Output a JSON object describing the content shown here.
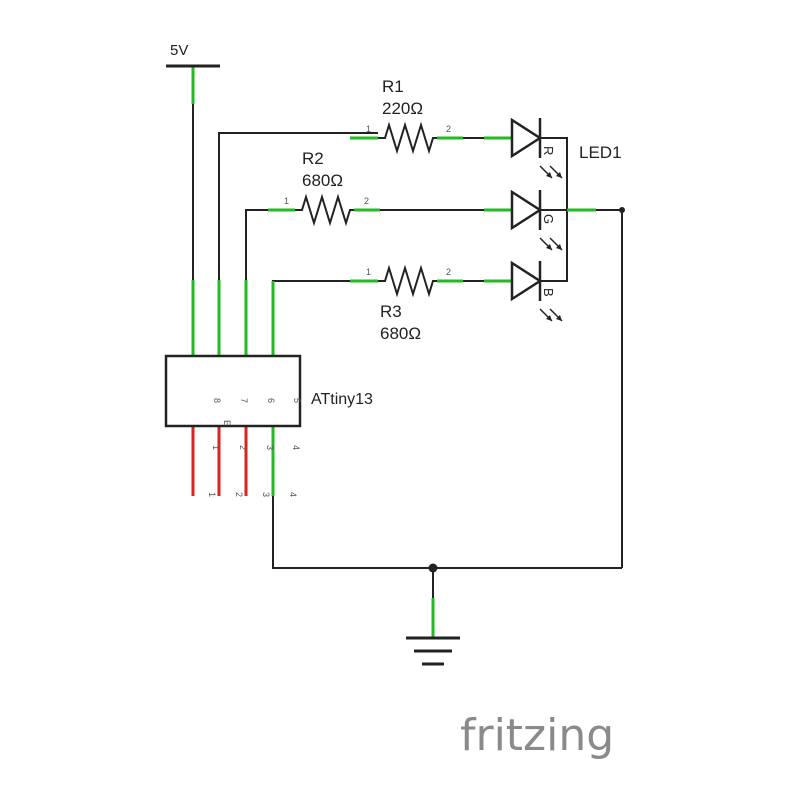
{
  "power": {
    "label": "5V"
  },
  "r1": {
    "name": "R1",
    "value": "220Ω",
    "pin1": "1",
    "pin2": "2"
  },
  "r2": {
    "name": "R2",
    "value": "680Ω",
    "pin1": "1",
    "pin2": "2"
  },
  "r3": {
    "name": "R3",
    "value": "680Ω",
    "pin1": "1",
    "pin2": "2"
  },
  "led": {
    "name": "LED1",
    "r": "R",
    "g": "G",
    "b": "B"
  },
  "chip": {
    "name": "ATtiny13",
    "top_pins": [
      "8",
      "7",
      "6",
      "5"
    ],
    "bottom_pins": [
      "1",
      "2",
      "3",
      "4"
    ],
    "marker": "E"
  },
  "watermark": "fritzing",
  "colors": {
    "wire": "#222222",
    "pin_green": "#22bb22",
    "pin_red": "#dd2222",
    "watermark": "#8a8a8a"
  }
}
